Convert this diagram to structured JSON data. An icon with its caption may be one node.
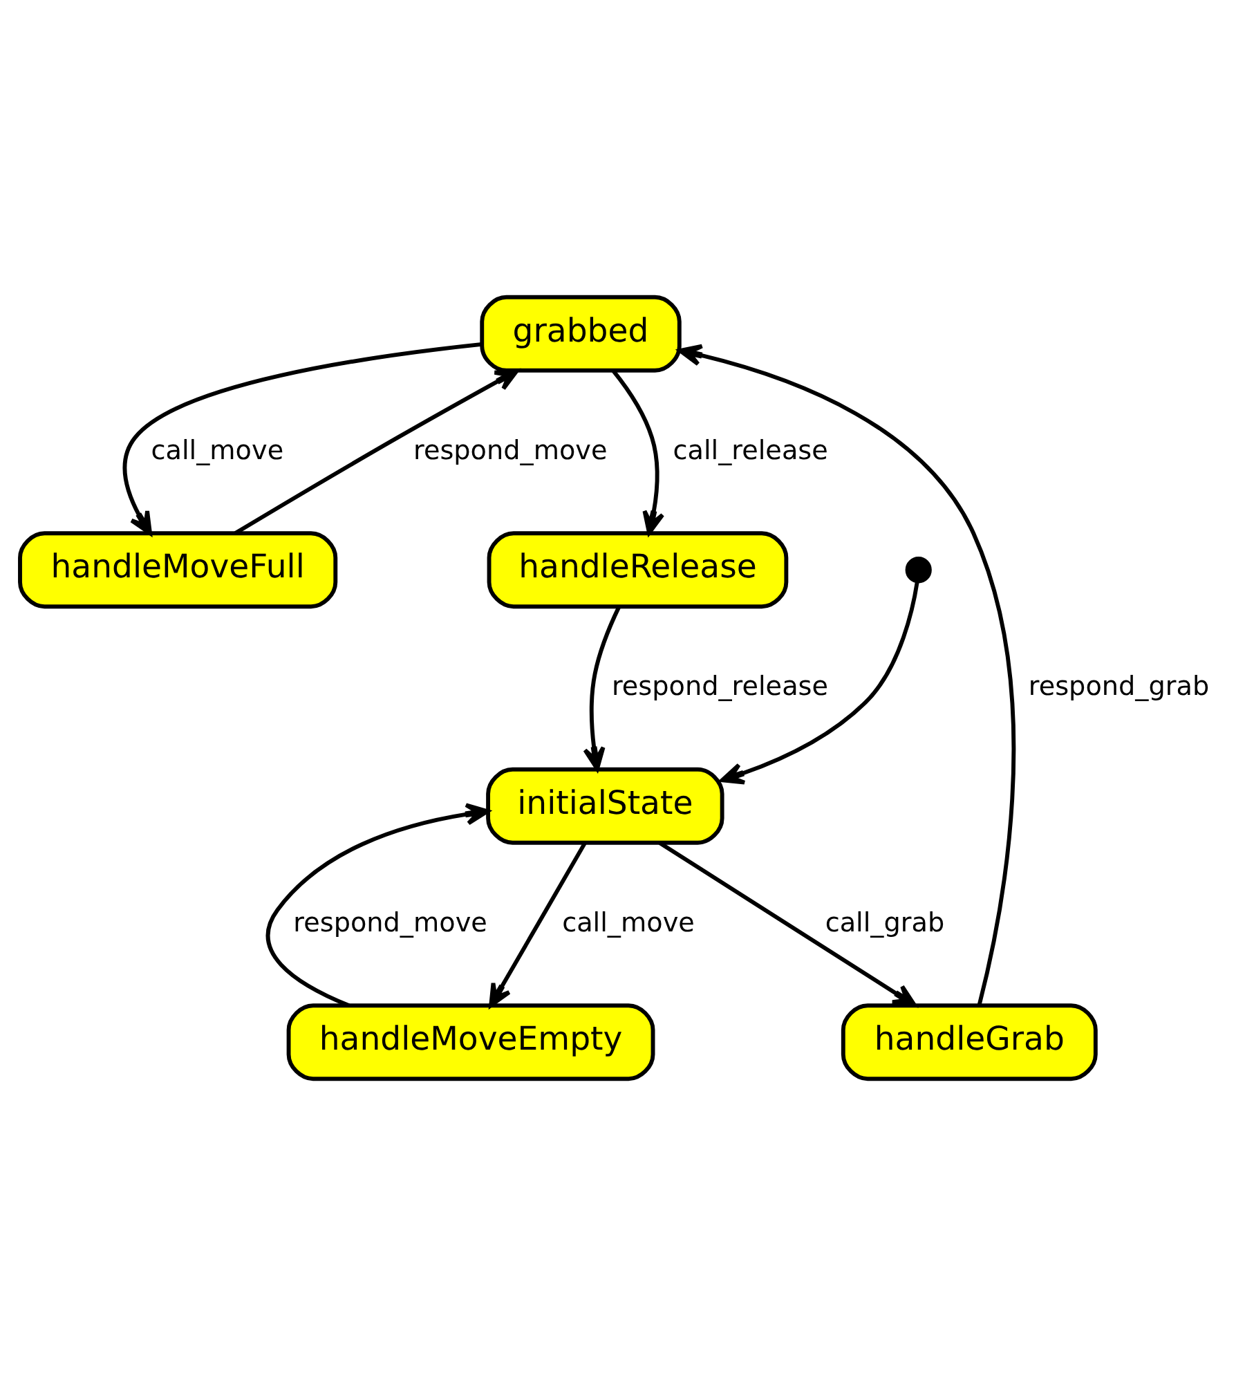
{
  "diagram": {
    "nodes": [
      {
        "text": [
          "grabbed"
        ]
      },
      {
        "text": [
          "handleMoveFull"
        ]
      },
      {
        "text": [
          "handleRelease"
        ]
      },
      {
        "text": [],
        "shape": "circle"
      },
      {
        "text": [
          "initialState"
        ]
      },
      {
        "text": [
          "handleMoveEmpty"
        ]
      },
      {
        "text": [
          "handleGrab"
        ]
      }
    ],
    "edges": [
      {
        "from": 0,
        "to": 1,
        "arrow": "to",
        "label": "call_move"
      },
      {
        "from": 1,
        "to": 0,
        "arrow": "to",
        "label": "respond_move"
      },
      {
        "from": 0,
        "to": 2,
        "arrow": "to",
        "label": "call_release"
      },
      {
        "from": 6,
        "to": 0,
        "arrow": "to",
        "label": "respond_grab"
      },
      {
        "from": 2,
        "to": 4,
        "arrow": "to",
        "label": "respond_release"
      },
      {
        "from": 3,
        "to": 4,
        "arrow": "to"
      },
      {
        "from": 4,
        "to": 5,
        "arrow": "to",
        "label": "call_move"
      },
      {
        "from": 5,
        "to": 4,
        "arrow": "to",
        "label": "respond_move"
      },
      {
        "from": 4,
        "to": 6,
        "arrow": "to",
        "label": "call_grab"
      }
    ]
  }
}
